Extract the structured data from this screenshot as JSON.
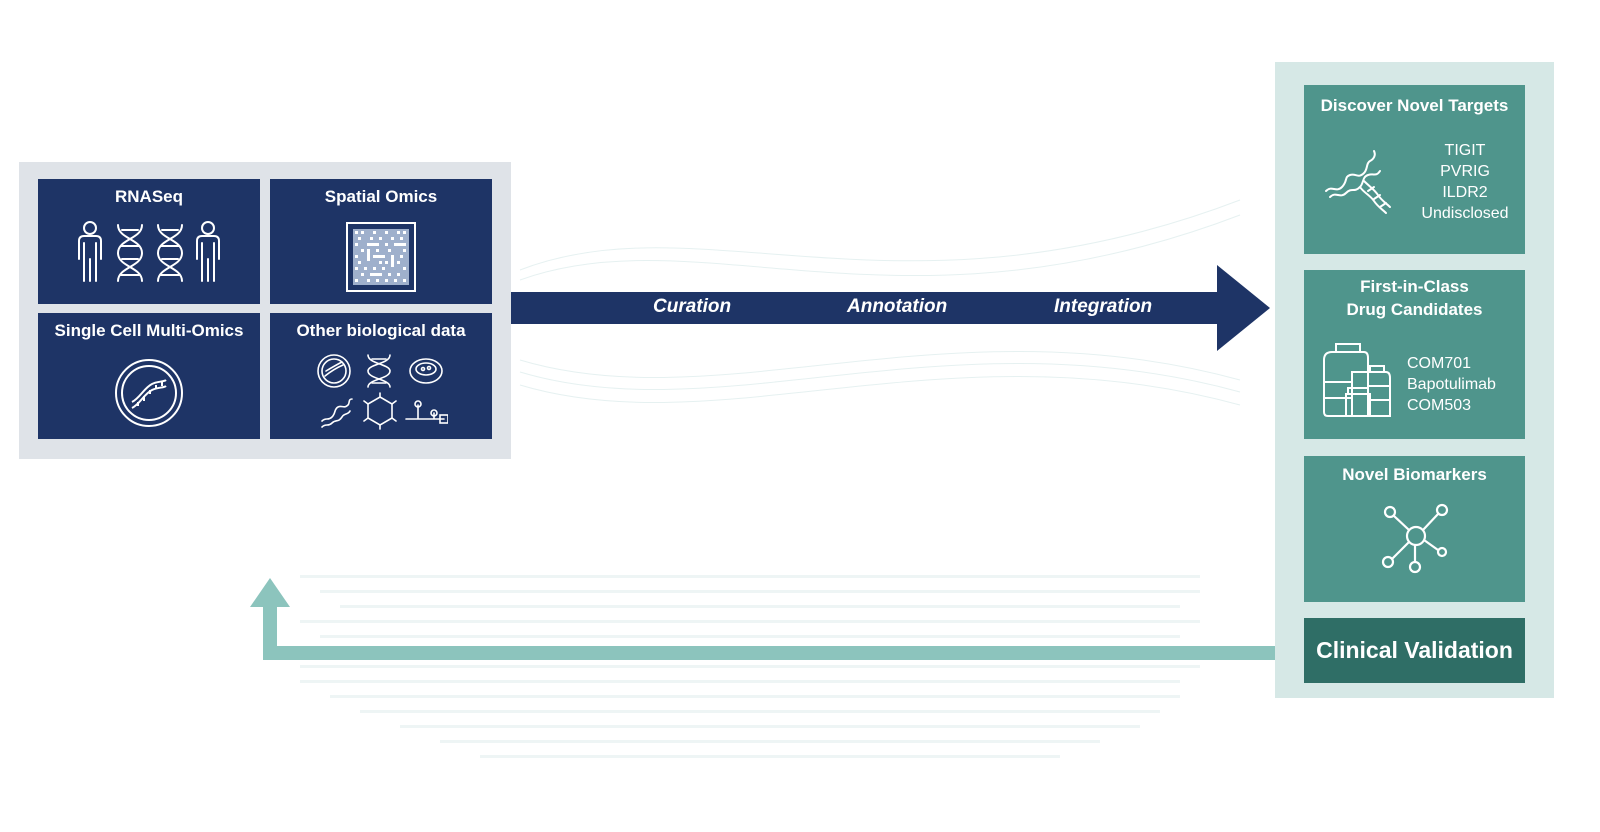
{
  "colors": {
    "navy": "#1e3466",
    "teal_box": "#4f958c",
    "teal_dark": "#2f6e66",
    "teal_panel": "#d6e8e6",
    "gray_panel": "#dfe3e8",
    "return_arrow": "#8cc4bd"
  },
  "sources": [
    {
      "title": "RNASeq",
      "icons": [
        "person-icon",
        "dna-icon",
        "dna-icon",
        "person-icon"
      ]
    },
    {
      "title": "Spatial Omics",
      "icons": [
        "spatial-array-icon"
      ]
    },
    {
      "title": "Single Cell Multi-Omics",
      "icons": [
        "cell-dna-icon"
      ]
    },
    {
      "title": "Other biological data",
      "icons": [
        "cell-icon",
        "dna-icon",
        "petri-dish-icon",
        "protein-icon",
        "molecule-icon",
        "pathway-icon"
      ]
    }
  ],
  "pipeline": {
    "steps": [
      "Curation",
      "Annotation",
      "Integration"
    ]
  },
  "outputs": [
    {
      "title": "Discover Novel Targets",
      "items": [
        "TIGIT",
        "PVRIG",
        "ILDR2",
        "Undisclosed"
      ],
      "icon": "protein-helix-icon"
    },
    {
      "title_lines": [
        "First-in-Class",
        "Drug Candidates"
      ],
      "items": [
        "COM701",
        "Bapotulimab",
        "COM503"
      ],
      "icon": "medicine-bottles-icon"
    },
    {
      "title": "Novel Biomarkers",
      "icon": "network-node-icon"
    }
  ],
  "clinical": {
    "label": "Clinical Validation"
  }
}
